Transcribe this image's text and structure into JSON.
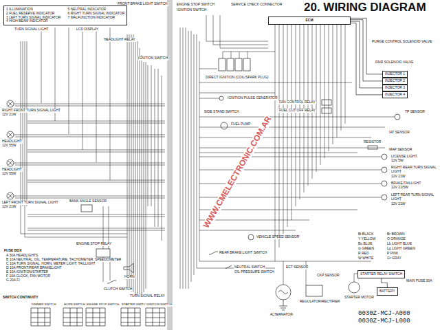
{
  "diagram": {
    "title": "20. WIRING DIAGRAM",
    "nodes": [
      {
        "text": [
          "1 ILLUMINATION",
          "2 FUEL RESERVE INDICATOR",
          "3 LEFT TURN SIGNAL INDICATOR",
          "4 HIGH BEAM INDICATOR",
          "5 NEUTRAL INDICATOR",
          "6 RIGHT TURN SIGNAL INDICATOR",
          "7 MALFUNCTION INDICATOR"
        ]
      },
      {
        "text": [
          "ECM"
        ]
      },
      {
        "text": [
          "INJECTOR 1"
        ]
      },
      {
        "text": [
          "INJECTOR 2"
        ]
      },
      {
        "text": [
          "INJECTOR 3"
        ]
      },
      {
        "text": [
          "INJECTOR 4"
        ]
      },
      {
        "text": [
          "STARTER RELAY SWITCH"
        ]
      },
      {
        "text": [
          "BATTERY"
        ]
      }
    ],
    "edges": [
      {
        "from": 1,
        "to": 2,
        "arrow": "none"
      },
      {
        "from": 1,
        "to": 3,
        "arrow": "none"
      },
      {
        "from": 1,
        "to": 4,
        "arrow": "none"
      },
      {
        "from": 1,
        "to": 5,
        "arrow": "none"
      },
      {
        "from": 6,
        "to": 7,
        "arrow": "none"
      }
    ],
    "labels": [
      "FRONT BRAKE LIGHT SWITCH",
      "TURN SIGNAL LIGHT",
      "LCD DISPLAY",
      "HEADLIGHT RELAY",
      "IGNITION SWITCH",
      "RIGHT FRONT TURN SIGNAL LIGHT",
      "12V 21W",
      "HEADLIGHT",
      "12V 55W",
      "HEADLIGHT",
      "12V 55W",
      "LEFT FRONT TURN SIGNAL LIGHT",
      "12V 21W",
      "BANK ANGLE SENSOR",
      "ENGINE STOP RELAY",
      "HORN",
      "CLUTCH SWITCH",
      "TURN SIGNAL RELAY",
      "FUSE BOX",
      "A 30A HEADLIGHTS",
      "B 10A NEUTRAL, OIL, TEMPERATURE, TACHOMETER, SPEEDOMETER",
      "C 10A TURN SIGNAL, HORN, METER LIGHT, TAILLIGHT",
      "D 10A FRONT/REAR BRAKELIGHT",
      "E 10A IGNITION/STARTER",
      "F 10A CLOCK, FAN MOTOR",
      "G 20A FI",
      "SWITCH CONTINUITY",
      "DIMMER SWITCH",
      "HORN SWITCH",
      "ENGINE STOP SWITCH",
      "STARTER SWITCH",
      "IGNITION SWITCH",
      "ENGINE STOP SWITCH",
      "IGNITION SWITCH",
      "SERVICE CHECK CONNECTOR",
      "PURGE CONTROL SOLENOID VALVE",
      "PAIR SOLENOID VALVE",
      "DIRECT IGNITION (COIL/SPARK PLUG)",
      "IGNITION PULSE GENERATOR",
      "FAN CONTROL RELAY",
      "FUEL CUT OFF RELAY",
      "SIDE STAND SWITCH",
      "FUEL PUMP",
      "TP SENSOR",
      "IAT SENSOR",
      "MAP SENSOR",
      "RESISTOR",
      "LICENSE LIGHT",
      "12V 5W",
      "RIGHT REAR TURN SIGNAL LIGHT",
      "12V 21W",
      "BRAKE/TAILLIGHT",
      "12V 21/5W",
      "LEFT REAR TURN SIGNAL LIGHT",
      "12V 21W",
      "VEHICLE SPEED SENSOR",
      "REAR BRAKE LIGHT SWITCH",
      "NEUTRAL SWITCH",
      "OIL PRESSURE SWITCH",
      "ECT SENSOR",
      "CKP SENSOR",
      "Bl BLACK",
      "Y YELLOW",
      "Bu BLUE",
      "G GREEN",
      "R RED",
      "W WHITE",
      "Br BROWN",
      "O ORANGE",
      "Lb LIGHT BLUE",
      "Lg LIGHT GREEN",
      "P PINK",
      "Gr GRAY",
      "STARTER MOTOR",
      "ALTERNATOR",
      "REGULATOR/RECTIFIER",
      "MAIN FUSE 30A",
      "0030Z-MCJ-A000",
      "0030Z-MCJ-L000",
      "WWW.CMELECTRONIC.COM.AR"
    ]
  }
}
